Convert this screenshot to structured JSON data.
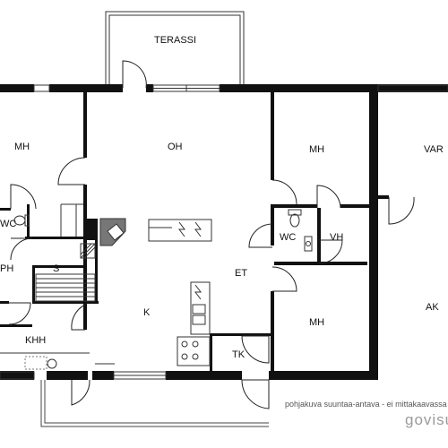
{
  "plan": {
    "rooms": {
      "terassi": "TERASSI",
      "mh_left": "MH",
      "oh": "OH",
      "mh_center": "MH",
      "var": "VAR",
      "wc_left": "WC",
      "wc_center": "WC",
      "vh": "VH",
      "ph": "PH",
      "s": "S",
      "et": "ET",
      "k": "K",
      "mh_lower": "MH",
      "ak": "AK",
      "khh": "KHH",
      "tk": "TK"
    },
    "note": "pohjakuva suuntaa-antava - ei mittakaavassa",
    "brand": "govisual"
  }
}
